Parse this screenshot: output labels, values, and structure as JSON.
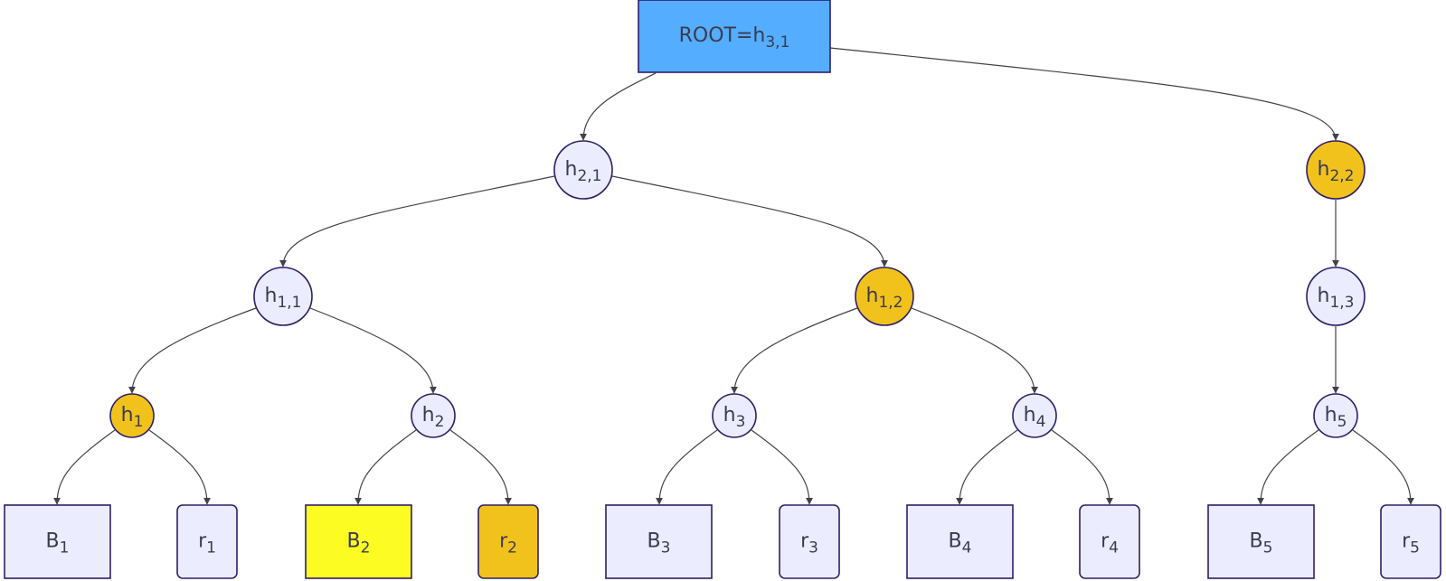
{
  "colors": {
    "default_fill": "#ECECFF",
    "stroke": "#2E1E66",
    "root_fill": "#54ADFF",
    "highlight_fill": "#F2C21C",
    "block_highlight_fill": "#FCFC22",
    "edge": "#3F4348",
    "text": "#3B3B4F"
  },
  "nodes": {
    "root": {
      "text": "ROOT=h",
      "sub": "3,1",
      "style": "root"
    },
    "h21": {
      "text": "h",
      "sub": "2,1",
      "style": "default"
    },
    "h22": {
      "text": "h",
      "sub": "2,2",
      "style": "highlight"
    },
    "h11": {
      "text": "h",
      "sub": "1,1",
      "style": "default"
    },
    "h12": {
      "text": "h",
      "sub": "1,2",
      "style": "highlight"
    },
    "h13": {
      "text": "h",
      "sub": "1,3",
      "style": "default"
    },
    "h1": {
      "text": "h",
      "sub": "1",
      "style": "highlight"
    },
    "h2": {
      "text": "h",
      "sub": "2",
      "style": "default"
    },
    "h3": {
      "text": "h",
      "sub": "3",
      "style": "default"
    },
    "h4": {
      "text": "h",
      "sub": "4",
      "style": "default"
    },
    "h5": {
      "text": "h",
      "sub": "5",
      "style": "default"
    },
    "B1": {
      "text": "B",
      "sub": "1",
      "style": "default"
    },
    "r1": {
      "text": "r",
      "sub": "1",
      "style": "default"
    },
    "B2": {
      "text": "B",
      "sub": "2",
      "style": "block_highlight"
    },
    "r2": {
      "text": "r",
      "sub": "2",
      "style": "highlight"
    },
    "B3": {
      "text": "B",
      "sub": "3",
      "style": "default"
    },
    "r3": {
      "text": "r",
      "sub": "3",
      "style": "default"
    },
    "B4": {
      "text": "B",
      "sub": "4",
      "style": "default"
    },
    "r4": {
      "text": "r",
      "sub": "4",
      "style": "default"
    },
    "B5": {
      "text": "B",
      "sub": "5",
      "style": "default"
    },
    "r5": {
      "text": "r",
      "sub": "5",
      "style": "default"
    }
  },
  "edges": [
    [
      "root",
      "h21"
    ],
    [
      "root",
      "h22"
    ],
    [
      "h21",
      "h11"
    ],
    [
      "h21",
      "h12"
    ],
    [
      "h22",
      "h13"
    ],
    [
      "h11",
      "h1"
    ],
    [
      "h11",
      "h2"
    ],
    [
      "h12",
      "h3"
    ],
    [
      "h12",
      "h4"
    ],
    [
      "h13",
      "h5"
    ],
    [
      "h1",
      "B1"
    ],
    [
      "h1",
      "r1"
    ],
    [
      "h2",
      "B2"
    ],
    [
      "h2",
      "r2"
    ],
    [
      "h3",
      "B3"
    ],
    [
      "h3",
      "r3"
    ],
    [
      "h4",
      "B4"
    ],
    [
      "h4",
      "r4"
    ],
    [
      "h5",
      "B5"
    ],
    [
      "h5",
      "r5"
    ]
  ]
}
